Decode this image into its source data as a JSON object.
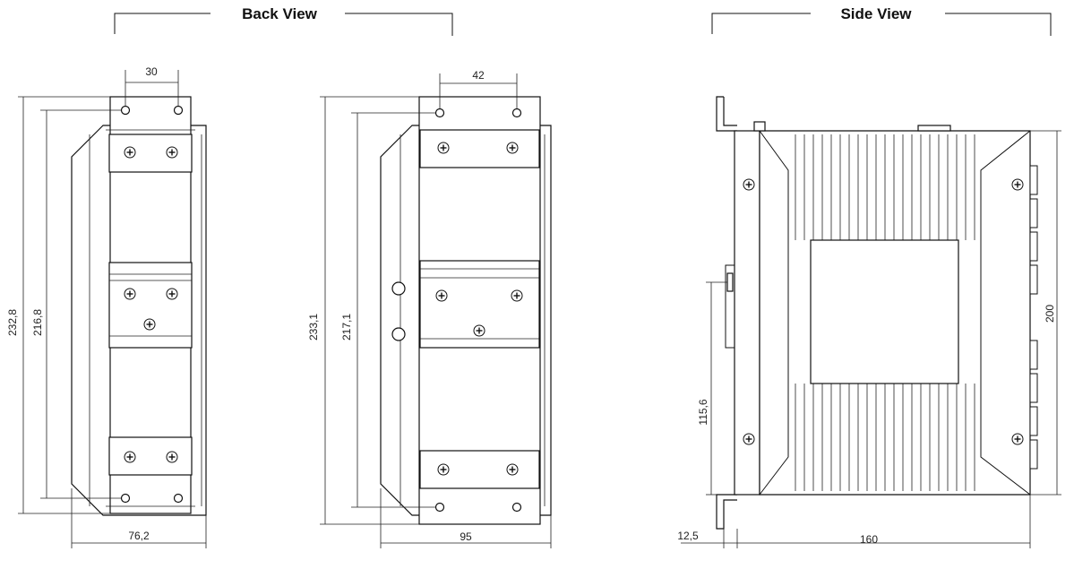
{
  "titles": {
    "back_view": "Back View",
    "side_view": "Side View"
  },
  "back_view_a": {
    "hole_spacing": "30",
    "overall_height": "232,8",
    "hole_height": "216,8",
    "width": "76,2"
  },
  "back_view_b": {
    "hole_spacing": "42",
    "overall_height": "233,1",
    "hole_height": "217,1",
    "width": "95"
  },
  "side_view": {
    "height": "200",
    "rail_height": "115,6",
    "bracket_depth": "12,5",
    "depth": "160"
  },
  "icons": [
    "screw-icon",
    "mounting-hole-icon"
  ]
}
